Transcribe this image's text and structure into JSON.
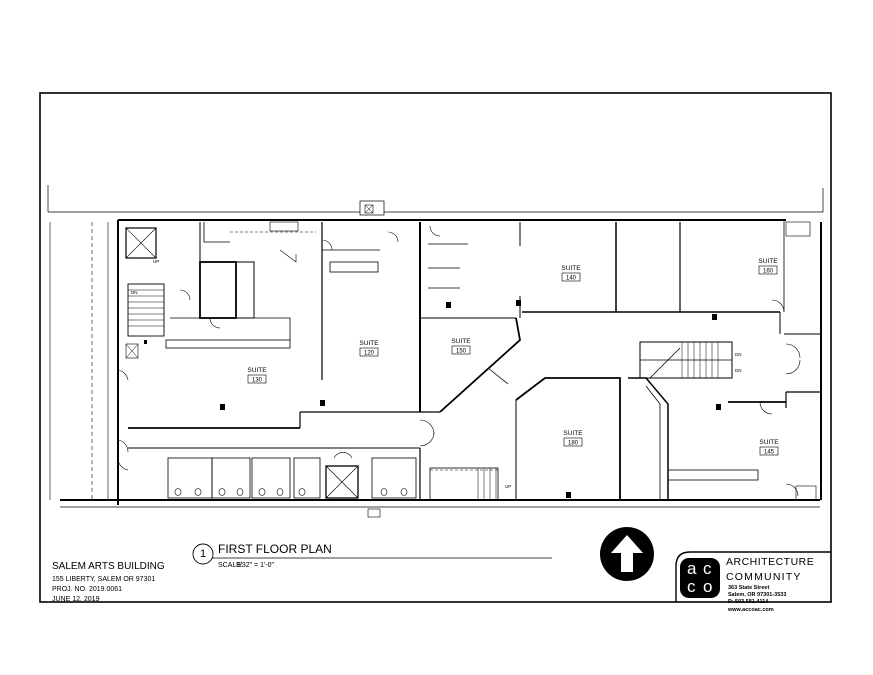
{
  "drawing": {
    "title": "FIRST FLOOR PLAN",
    "number": "1",
    "scale_label": "SCALE:",
    "scale_value": "3/32\" = 1'-0\""
  },
  "project": {
    "building": "SALEM ARTS BUILDING",
    "address": "155 LIBERTY, SALEM OR 97301",
    "proj_no": "PROJ. NO. 2019.0061",
    "date": "JUNE 12, 2019"
  },
  "firm": {
    "logo_letters": [
      "a",
      "c",
      "c",
      "o"
    ],
    "name_line1": "ARCHITECTURE",
    "name_line2": "COMMUNITY",
    "street": "363 State Street",
    "city": "Salem, OR 97301-3533",
    "phone": "P: 503.581.4114",
    "web": "www.accoac.com"
  },
  "suites": [
    {
      "label": "SUITE",
      "number": "130"
    },
    {
      "label": "SUITE",
      "number": "120"
    },
    {
      "label": "SUITE",
      "number": "150"
    },
    {
      "label": "SUITE",
      "number": "140"
    },
    {
      "label": "SUITE",
      "number": "160"
    },
    {
      "label": "SUITE",
      "number": "180"
    },
    {
      "label": "SUITE",
      "number": "145"
    }
  ],
  "stair_labels": {
    "up1": "UP",
    "dn1": "DN",
    "dn2": "DN",
    "dn3": "DN",
    "up2": "UP"
  },
  "icons": {
    "north_arrow": "north-arrow-icon",
    "elevator": "elevator-icon"
  }
}
